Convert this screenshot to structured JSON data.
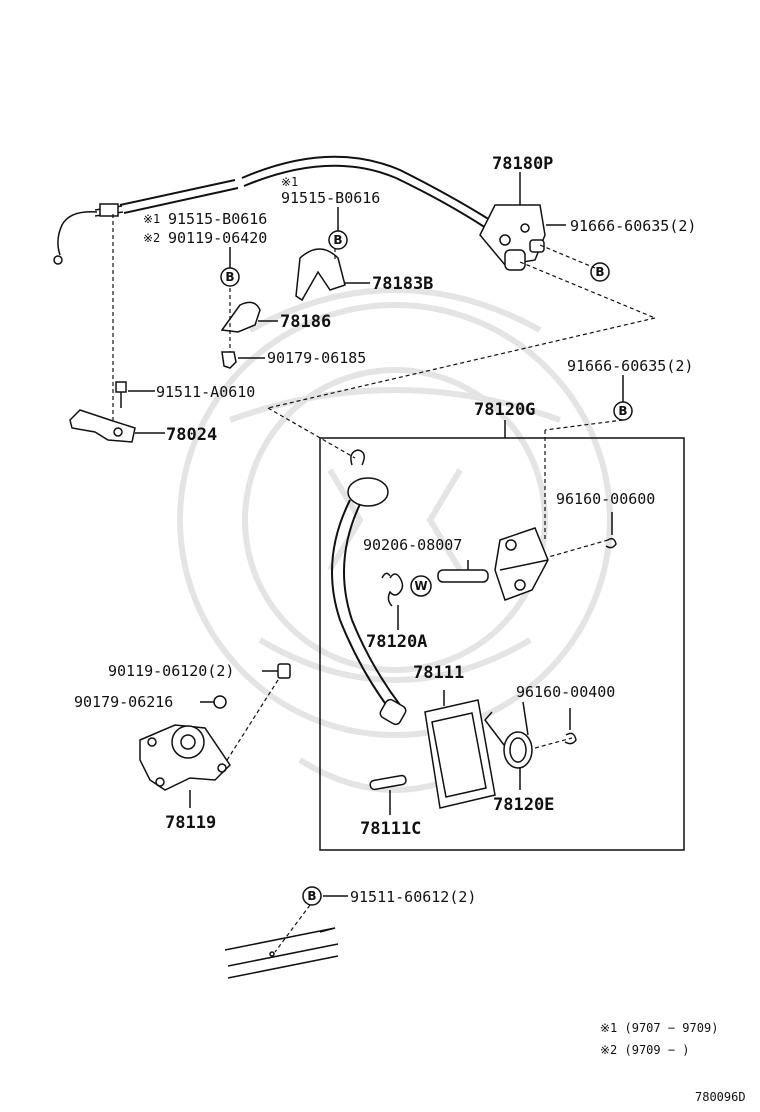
{
  "parts": {
    "p78180P": "78180P",
    "p91515_B0616_top": "91515-B0616",
    "p91666_60635_a": "91666-60635(2)",
    "p91515_B0616_left": "91515-B0616",
    "p90119_06420": "90119-06420",
    "p78183B": "78183B",
    "p78186": "78186",
    "p90179_06185": "90179-06185",
    "p91511_A0610": "91511-A0610",
    "p78024": "78024",
    "p91666_60635_b": "91666-60635(2)",
    "p78120G": "78120G",
    "p96160_00600": "96160-00600",
    "p90206_08007": "90206-08007",
    "p78120A": "78120A",
    "p90119_06120": "90119-06120(2)",
    "p90179_06216": "90179-06216",
    "p78111": "78111",
    "p96160_00400": "96160-00400",
    "p78119": "78119",
    "p78111C": "78111C",
    "p78120E": "78120E",
    "p91511_60612": "91511-60612(2)"
  },
  "markers": {
    "note1": "※1",
    "note2": "※2",
    "b": "B",
    "w": "W"
  },
  "notes": {
    "line1": "※1 (9707 − 9709)",
    "line2": "※2 (9709 −      )"
  },
  "diagram_code": "780096D"
}
